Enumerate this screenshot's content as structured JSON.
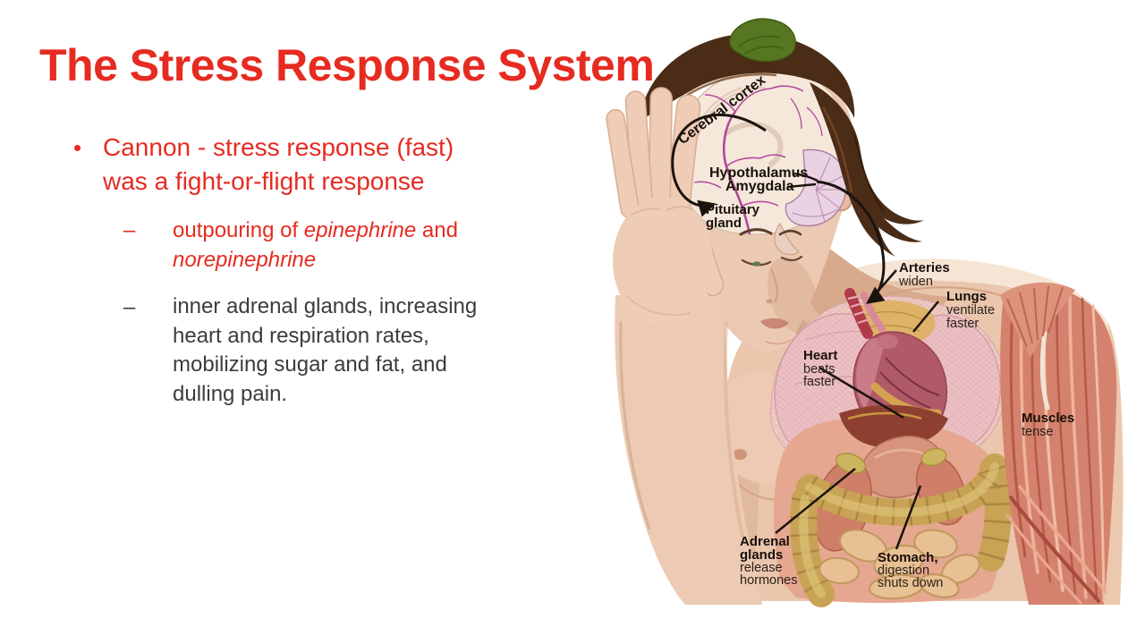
{
  "slide": {
    "title": "The Stress Response System",
    "bullet": {
      "marker": "•",
      "lines": [
        "Cannon - stress response (fast)",
        "was a fight-or-flight response"
      ]
    },
    "sub_bullet_1": {
      "marker": "–",
      "normal_a": "outpouring of ",
      "italic_a": "epinephrine",
      "normal_b": " and",
      "italic_b": "norepinephrine"
    },
    "sub_bullet_2": {
      "marker": "–",
      "lines": [
        "inner adrenal glands, increasing",
        "heart and respiration rates,",
        "mobilizing sugar and fat, and",
        "dulling pain."
      ]
    },
    "colors": {
      "accent_red": "#e62b21",
      "body_text": "#3d3c3c"
    }
  },
  "illustration": {
    "labels": {
      "cerebral_cortex": "Cerebral cortex",
      "hypothalamus": "Hypothalamus",
      "amygdala": "Amygdala",
      "pituitary_line1": "Pituitary",
      "pituitary_line2": "gland",
      "arteries_line1": "Arteries",
      "arteries_line2": "widen",
      "lungs_line1": "Lungs",
      "lungs_line2": "ventilate",
      "lungs_line3": "faster",
      "heart_line1": "Heart",
      "heart_line2": "beats",
      "heart_line3": "faster",
      "muscles_line1": "Muscles",
      "muscles_line2": "tense",
      "adrenal_line1": "Adrenal",
      "adrenal_line2": "glands",
      "adrenal_line3": "release",
      "adrenal_line4": "hormones",
      "stomach_line1": "Stomach,",
      "stomach_line2": "digestion",
      "stomach_line3": "shuts down"
    }
  }
}
